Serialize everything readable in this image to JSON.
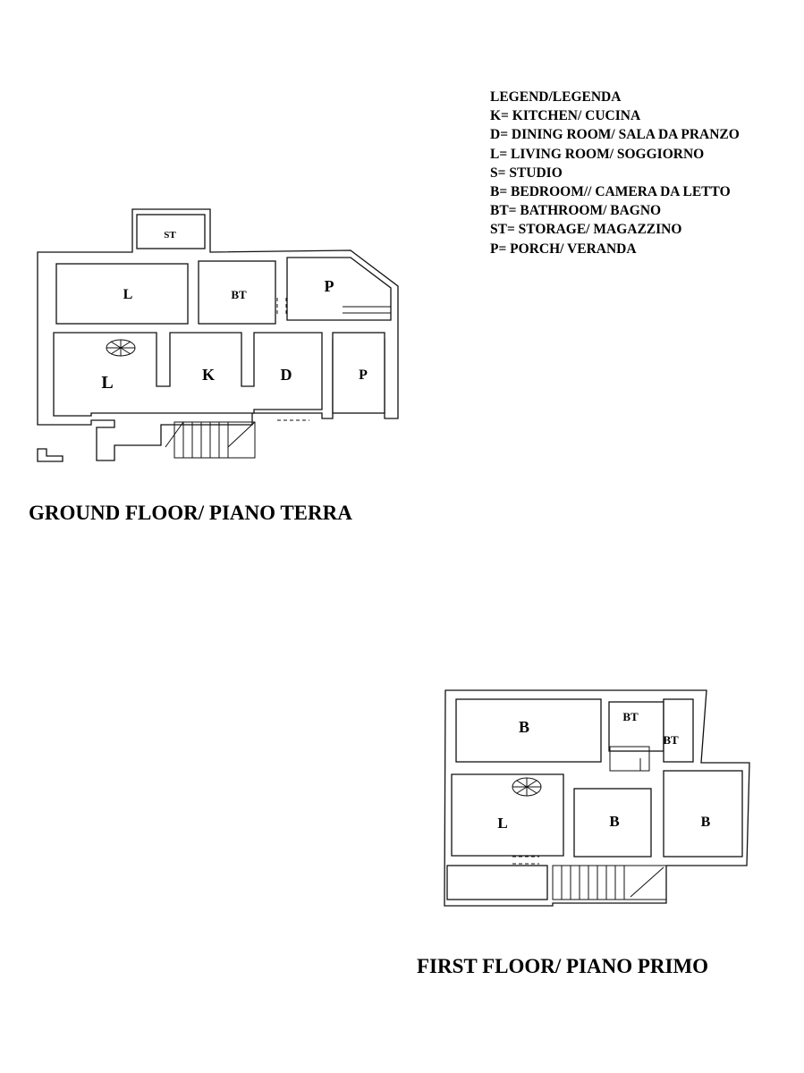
{
  "legend": {
    "title": "LEGEND/LEGENDA",
    "items": [
      "K= KITCHEN/ CUCINA",
      "D= DINING ROOM/ SALA DA PRANZO",
      "L= LIVING ROOM/ SOGGIORNO",
      "S= STUDIO",
      "B= BEDROOM// CAMERA DA LETTO",
      "BT= BATHROOM/ BAGNO",
      "ST= STORAGE/ MAGAZZINO",
      "P= PORCH/ VERANDA"
    ]
  },
  "ground_floor": {
    "title": "GROUND FLOOR/ PIANO TERRA",
    "rooms": {
      "st": "ST",
      "l_top": "L",
      "bt": "BT",
      "p_top": "P",
      "l": "L",
      "k": "K",
      "d": "D",
      "p": "P"
    }
  },
  "first_floor": {
    "title": "FIRST FLOOR/ PIANO PRIMO",
    "rooms": {
      "b_top": "B",
      "bt1": "BT",
      "bt2": "BT",
      "l": "L",
      "b_mid": "B",
      "b_right": "B"
    }
  }
}
